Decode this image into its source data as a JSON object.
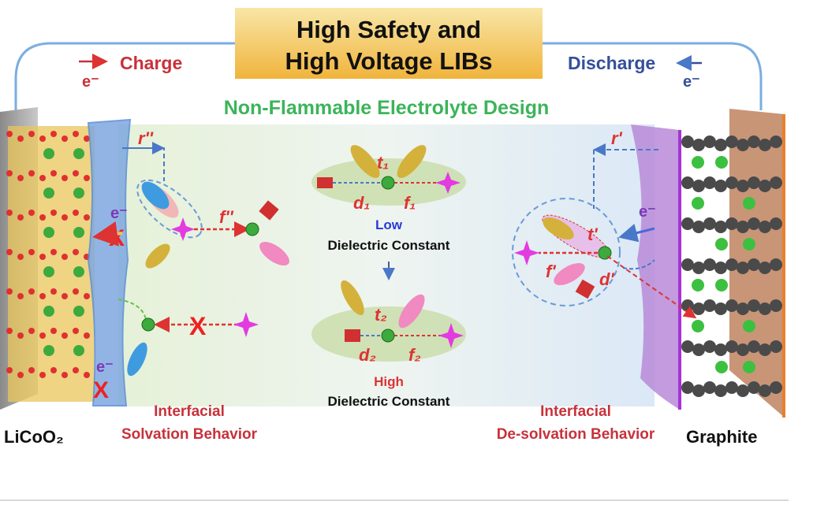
{
  "title": {
    "line1": "High Safety and",
    "line2": "High Voltage LIBs"
  },
  "circuit": {
    "charge_label": "Charge",
    "charge_electron": "e⁻",
    "discharge_label": "Discharge",
    "discharge_electron": "e⁻"
  },
  "subtitle": "Non-Flammable Electrolyte Design",
  "left": {
    "electrode": "LiCoO₂",
    "radius_label": "r''",
    "force_label": "f''",
    "electron_top": "e⁻",
    "electron_bottom": "e⁻",
    "caption_line1": "Interfacial",
    "caption_line2": "Solvation Behavior"
  },
  "center": {
    "low": {
      "t": "t₁",
      "d": "d₁",
      "f": "f₁",
      "level": "Low",
      "caption": "Dielectric Constant"
    },
    "high": {
      "t": "t₂",
      "d": "d₂",
      "f": "f₂",
      "level": "High",
      "caption": "Dielectric Constant"
    }
  },
  "right": {
    "electrode": "Graphite",
    "radius_label": "r'",
    "t_label": "t'",
    "f_label": "f'",
    "d_label": "d'",
    "electron": "e⁻",
    "caption_line1": "Interfacial",
    "caption_line2": "De-solvation Behavior"
  },
  "colors": {
    "title_box_top": "#f8e6a6",
    "title_box_bottom": "#f0b43c",
    "red_text": "#c8313a",
    "blue_text": "#34509a",
    "green_text": "#3cb45a",
    "circuit_line": "#7aaee0"
  }
}
